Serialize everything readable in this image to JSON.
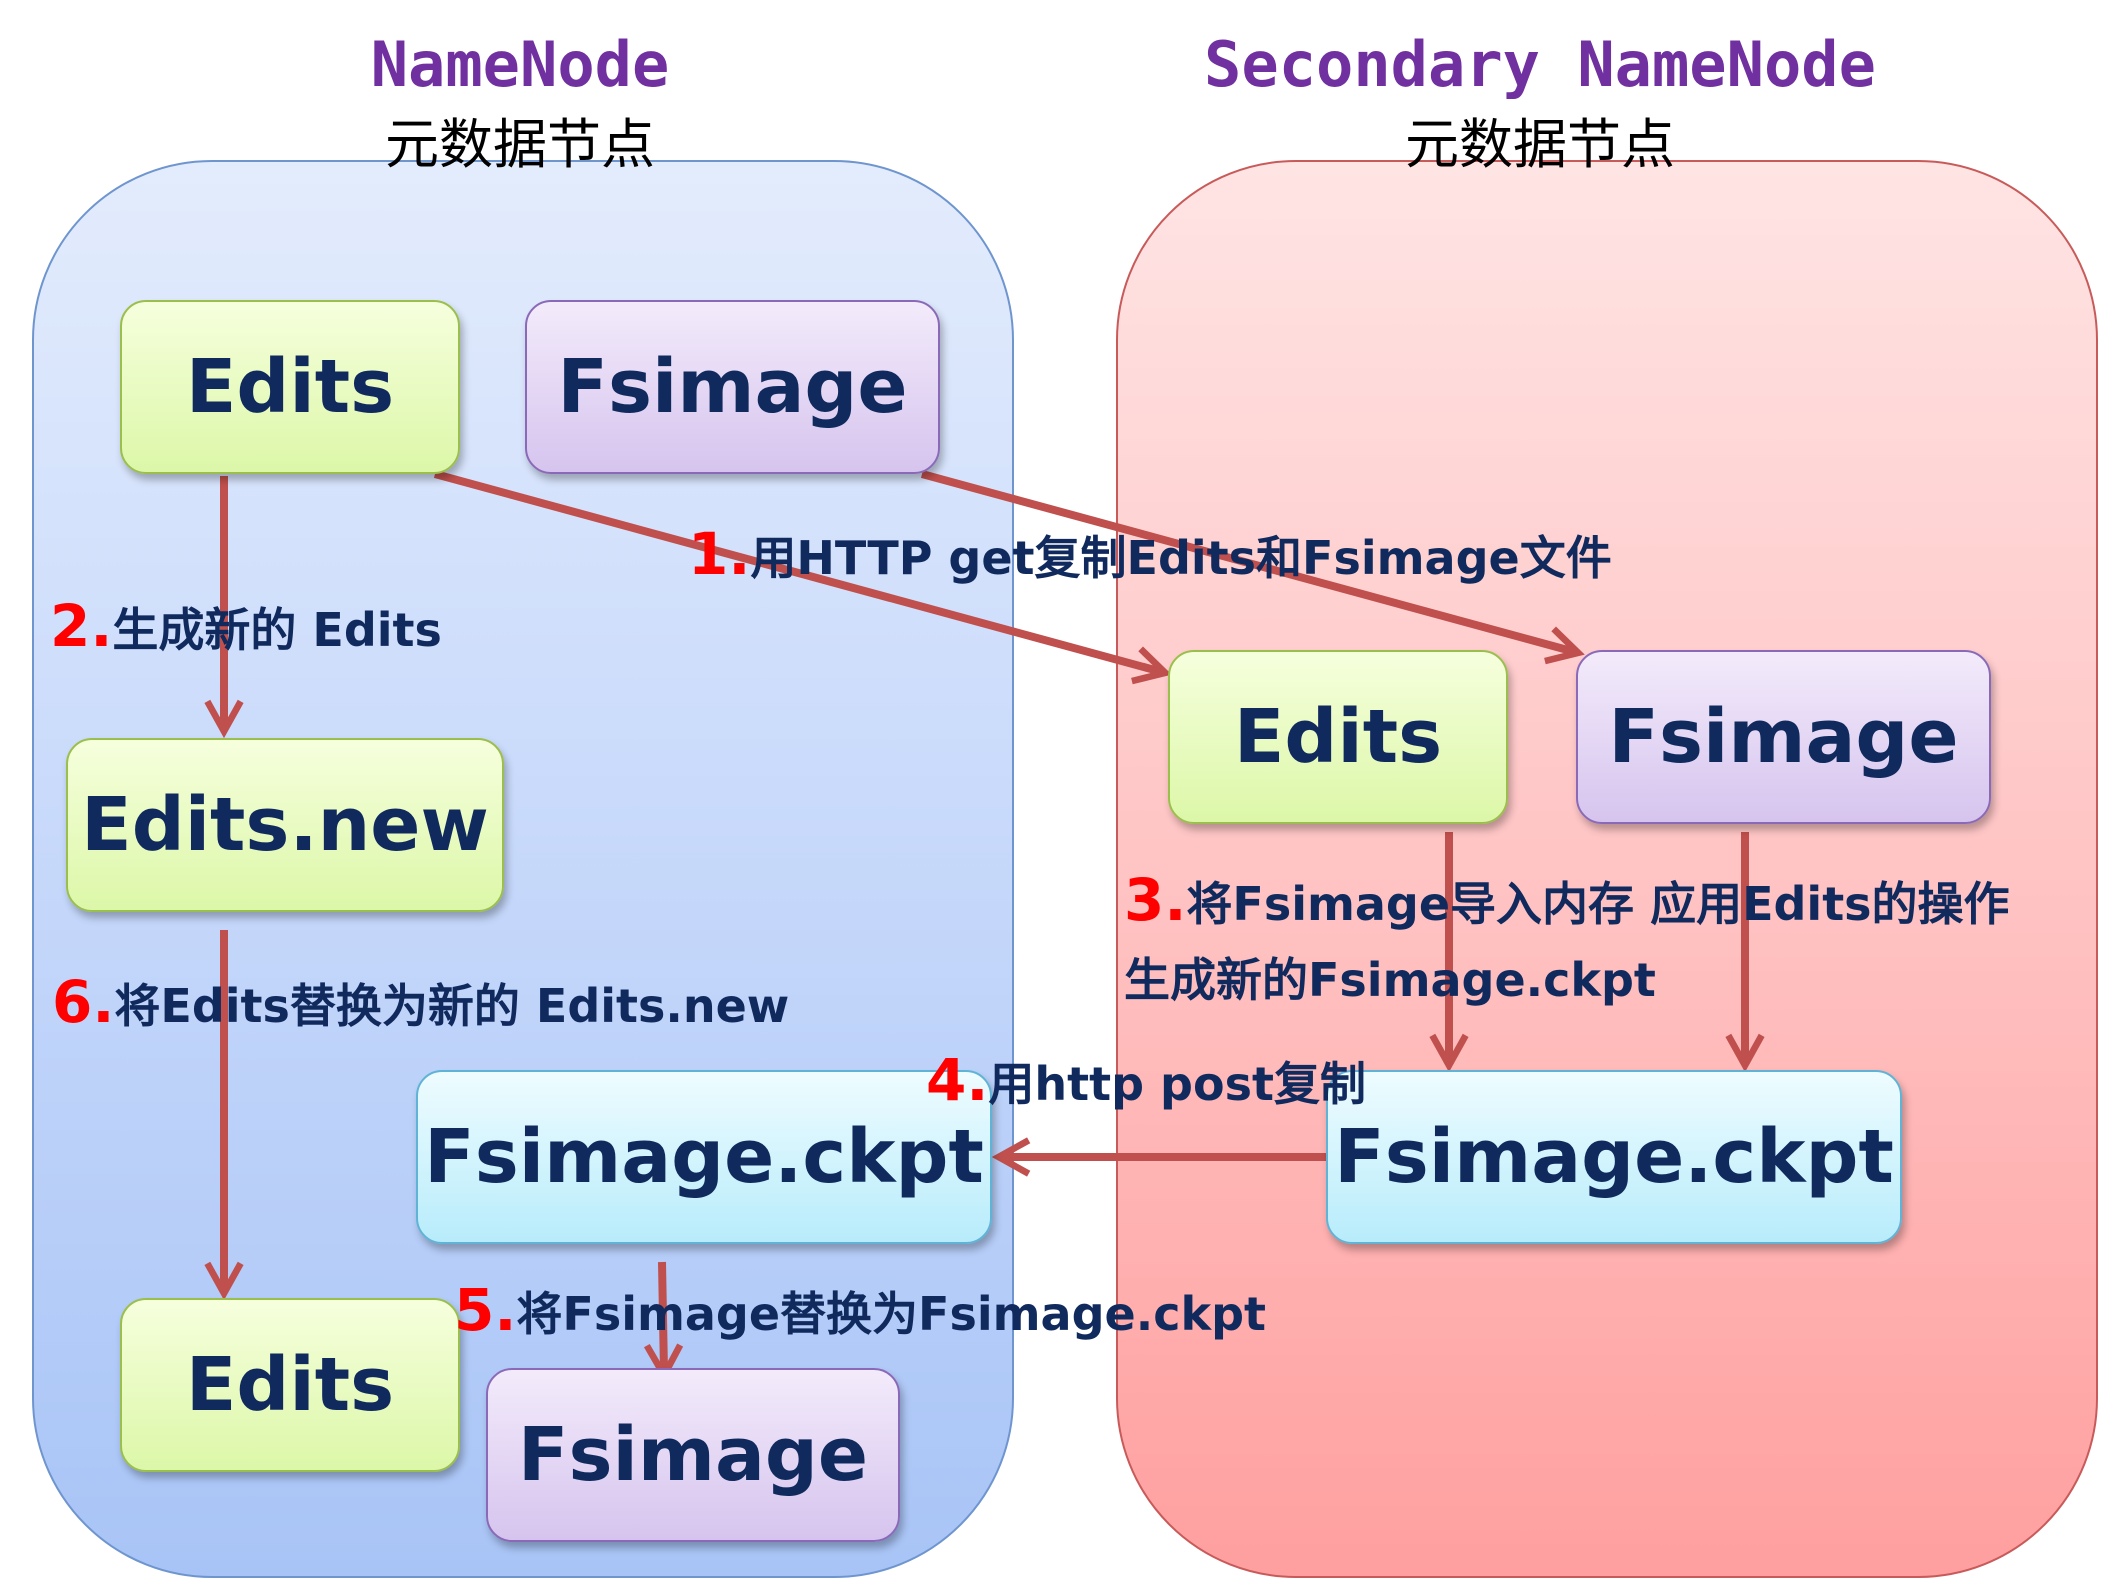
{
  "namenode": {
    "title": "NameNode",
    "subtitle": "元数据节点",
    "edits_box": "Edits",
    "fsimage_box": "Fsimage",
    "edits_new_box": "Edits.new",
    "fsimage_ckpt_box": "Fsimage.ckpt",
    "edits_final_box": "Edits",
    "fsimage_final_box": "Fsimage"
  },
  "secondary": {
    "title": "Secondary NameNode",
    "subtitle": "元数据节点",
    "edits_box": "Edits",
    "fsimage_box": "Fsimage",
    "fsimage_ckpt_box": "Fsimage.ckpt"
  },
  "steps": [
    {
      "num": "1.",
      "text": "用HTTP get复制Edits和Fsimage文件"
    },
    {
      "num": "2.",
      "text": "生成新的 Edits"
    },
    {
      "num": "3.",
      "text": "将Fsimage导入内存  应用Edits的操作",
      "text2": "生成新的Fsimage.ckpt"
    },
    {
      "num": "4.",
      "text": "用http post复制"
    },
    {
      "num": "5.",
      "text": "将Fsimage替换为Fsimage.ckpt"
    },
    {
      "num": "6.",
      "text": "将Edits替换为新的 Edits.new"
    }
  ],
  "colors": {
    "arrow": "#c0504d",
    "step_number": "#ff0000",
    "title": "#7030a0"
  }
}
